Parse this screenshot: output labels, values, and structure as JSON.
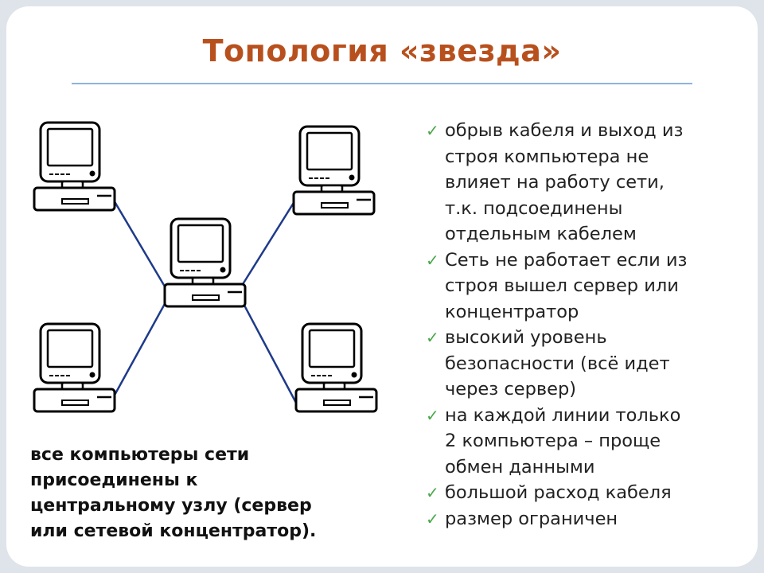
{
  "title": "Топология «звезда»",
  "caption": [
    "все компьютеры сети",
    "присоединены к",
    "центральному узлу (сервер",
    "или сетевой концентратор)."
  ],
  "bullets": [
    {
      "lines": [
        "обрыв кабеля и выход из",
        "строя компьютера не",
        "влияет на работу сети,",
        "т.к. подсоединены",
        "отдельным кабелем"
      ]
    },
    {
      "lines": [
        "Сеть не работает если из",
        "строя вышел сервер или",
        "концентратор"
      ]
    },
    {
      "lines": [
        "высокий уровень",
        "безопасности (всё идет",
        "через сервер)"
      ]
    },
    {
      "lines": [
        "на каждой линии только",
        "2 компьютера – проще",
        "обмен данными"
      ]
    },
    {
      "lines": [
        "большой расход кабеля"
      ]
    },
    {
      "lines": [
        "размер ограничен"
      ]
    }
  ],
  "colors": {
    "title": "#b8501e",
    "cable": "#1e3a8a",
    "check": "#49a84a"
  },
  "icons": {
    "bullet": "checkmark-icon",
    "node": "computer-icon"
  }
}
